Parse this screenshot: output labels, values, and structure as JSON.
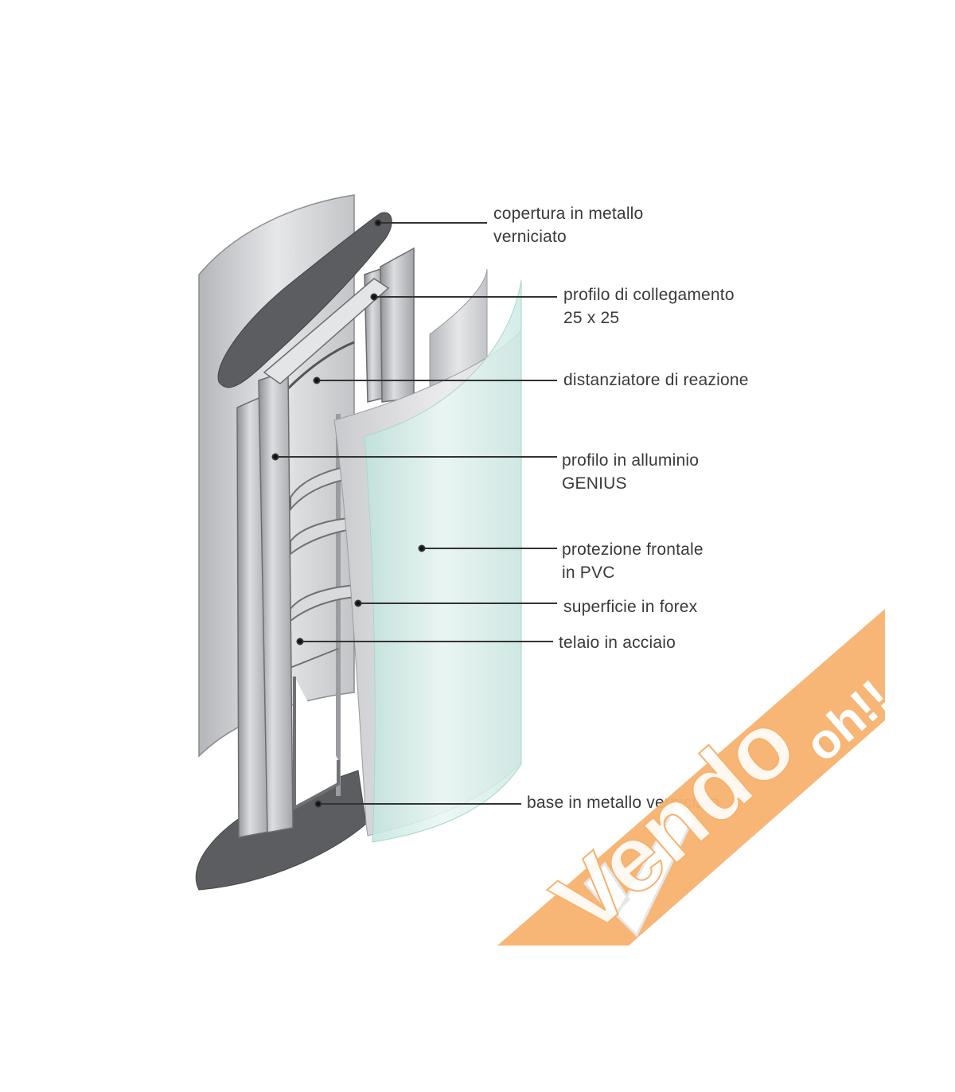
{
  "callouts": [
    {
      "id": "copertura",
      "lines": [
        "copertura in metallo",
        "verniciato"
      ]
    },
    {
      "id": "profilo-collegamento",
      "lines": [
        "profilo di collegamento",
        "25 x 25"
      ]
    },
    {
      "id": "distanziatore",
      "lines": [
        "distanziatore di reazione"
      ]
    },
    {
      "id": "profilo-alluminio",
      "lines": [
        "profilo in alluminio",
        "GENIUS"
      ]
    },
    {
      "id": "protezione",
      "lines": [
        "protezione frontale",
        "in PVC"
      ]
    },
    {
      "id": "superficie",
      "lines": [
        "superficie in forex"
      ]
    },
    {
      "id": "telaio",
      "lines": [
        "telaio in acciaio"
      ]
    },
    {
      "id": "base",
      "lines": [
        "base in metallo verniciato"
      ]
    }
  ],
  "watermark": {
    "word": "Vendo",
    "suffix": "oh!!",
    "color": "#f7b26e"
  }
}
